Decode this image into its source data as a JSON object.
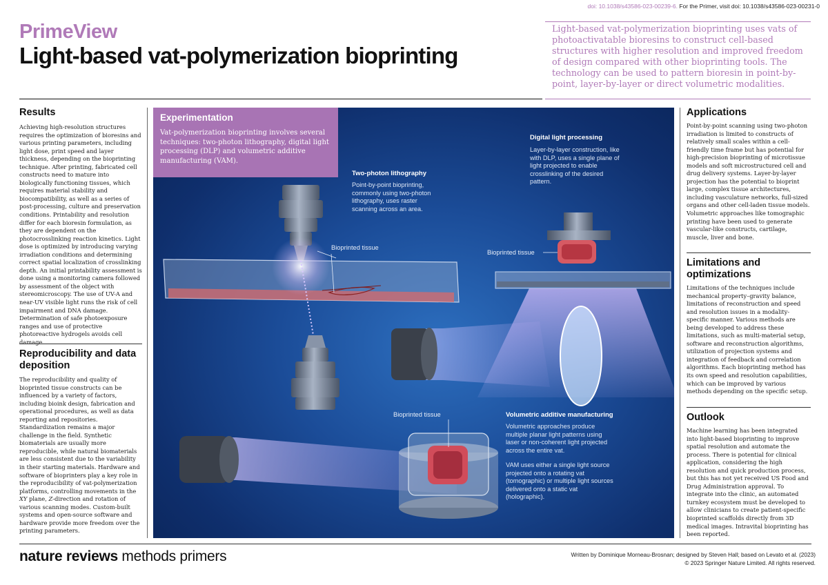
{
  "header": {
    "doi": "doi: 10.1038/s43586-023-00239-6.",
    "primer_ref": "For the Primer, visit doi: 10.1038/s43586-023-00231-0",
    "brand": "PrimeView",
    "title": "Light-based vat-polymerization bioprinting",
    "intro": "Light-based vat-polymerization bioprinting uses vats of photoactivatable bioresins to construct cell-based structures with higher resolution and improved freedom of design compared with other bioprinting tools. The technology can be used to pattern bioresin in point-by-point, layer-by-layer or direct volumetric modalities."
  },
  "left_column": {
    "results_heading": "Results",
    "results_text": "Achieving high-resolution structures requires the optimization of bioresins and various printing parameters, including light dose, print speed and layer thickness, depending on the bioprinting technique. After printing, fabricated cell constructs need to mature into biologically functioning tissues, which requires material stability and biocompatibility, as well as a series of post-processing, culture and preservation conditions. Printability and resolution differ for each bioresin formulation, as they are dependent on the photocrosslinking reaction kinetics. Light dose is optimized by introducing varying irradiation conditions and determining correct spatial localization of crosslinking depth. An initial printability assessment is done using a monitoring camera followed by assessment of the object with stereomicroscopy. The use of UV-A and near-UV visible light runs the risk of cell impairment and DNA damage. Determination of safe photoexposure ranges and use of protective photoreactive hydrogels avoids cell damage.",
    "repro_heading": "Reproducibility and data deposition",
    "repro_text_1": "The reproducibility and quality of bioprinted tissue constructs can be influenced by a variety of factors, including bioink design, fabrication and operational procedures, as well as data reporting and repositories. Standardization remains a major challenge in the field. Synthetic biomaterials are usually more reproducible, while natural biomaterials are less consistent due to the variability in their starting materials. Hardware and software of bioprinters play a key role in the reproducibility of vat-polymerization platforms, controlling movements in the ",
    "repro_xy": "XY",
    "repro_text_2": " plane, ",
    "repro_z": "Z",
    "repro_text_3": "-direction and rotation of various scanning modes. Custom-built systems and open-source software and hardware provide more freedom over the printing parameters."
  },
  "experimentation": {
    "heading": "Experimentation",
    "text": "Vat-polymerization bioprinting involves several techniques: two-photon lithography, digital light processing (DLP) and volumetric additive manufacturing (VAM).",
    "two_photon_title": "Two-photon lithography",
    "two_photon_text": "Point-by-point bioprinting, commonly using two-photon lithography, uses raster scanning across an area.",
    "dlp_title": "Digital light processing",
    "dlp_text": "Layer-by-layer construction, like with DLP, uses a single plane of light projected to enable crosslinking of the desired pattern.",
    "vam_title": "Volumetric additive manufacturing",
    "vam_text_1": "Volumetric approaches produce multiple planar light patterns using laser or non-coherent light projected across the entire vat.",
    "vam_text_2": "VAM uses either a single light source projected onto a rotating vat (tomographic) or multiple light sources delivered onto a static vat (holographic).",
    "label_tissue": "Bioprinted tissue"
  },
  "right_column": {
    "applications_heading": "Applications",
    "applications_text": "Point-by-point scanning using two-photon irradiation is limited to constructs of relatively small scales within a cell-friendly time frame but has potential for high-precision bioprinting of microtissue models and soft microstructured cell and drug delivery systems. Layer-by-layer projection has the potential to bioprint large, complex tissue architectures, including vasculature networks, full-sized organs and other cell-laden tissue models. Volumetric approaches like tomographic printing have been used to generate vascular-like constructs, cartilage, muscle, liver and bone.",
    "limitations_heading": "Limitations and optimizations",
    "limitations_text": "Limitations of the techniques include mechanical property–gravity balance, limitations of reconstruction and speed and resolution issues in a modality-specific manner. Various methods are being developed to address these limitations, such as multi-material setup, software and reconstruction algorithms, utilization of projection systems and integration of feedback and correlation algorithms. Each bioprinting method has its own speed and resolution capabilities, which can be improved by various methods depending on the specific setup.",
    "outlook_heading": "Outlook",
    "outlook_text": "Machine learning has been integrated into light-based bioprinting to improve spatial resolution and automate the process. There is potential for clinical application, considering the high resolution and quick production process, but this has not yet received US Food and Drug Administration approval. To integrate into the clinic, an automated turnkey ecosystem must be developed to allow clinicians to create patient-specific bioprinted scaffolds directly from 3D medical images. Intravital bioprinting has been reported."
  },
  "footer": {
    "journal_bold": "nature reviews",
    "journal_rest": "methods primers",
    "credit": "Written by Dominique Morneau-Brosnan; designed by Steven Hall; based on Levato et al. (2023)",
    "copyright": "© 2023 Springer Nature Limited. All rights reserved."
  },
  "colors": {
    "accent": "#b07ab8",
    "panel_blue": "#1b4c98",
    "experiment_box": "#a874b4"
  }
}
